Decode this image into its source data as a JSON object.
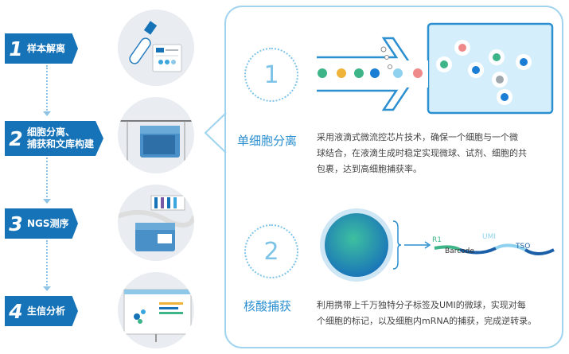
{
  "steps": [
    {
      "num": "1",
      "label": "样本解离"
    },
    {
      "num": "2",
      "label_line1": "细胞分离、",
      "label_line2": "捕获和文库构建"
    },
    {
      "num": "3",
      "label": "NGS测序"
    },
    {
      "num": "4",
      "label": "生信分析"
    }
  ],
  "panel": {
    "section1": {
      "num": "1",
      "title": "单细胞分离",
      "desc_lines": [
        "采用液滴式微流控芯片技术，确保一个细胞与一个微",
        "球结合，在液滴生成时稳定实现微球、试剂、细胞的共",
        "包裹，达到高细胞捕获率。"
      ]
    },
    "section2": {
      "num": "2",
      "title": "核酸捕获",
      "desc_lines": [
        "利用携带上千万独特分子标签及UMI的微球，实现对每",
        "个细胞的标记，以及细胞内mRNA的捕获，完成逆转录。"
      ]
    },
    "barcode_labels": {
      "r1": "R1",
      "barcode": "Barcode",
      "umi": "UMI",
      "tso": "TSO"
    }
  },
  "colors": {
    "step_blue": "#1673b8",
    "accent_blue": "#2b8fd0",
    "panel_border": "#9fd3ee",
    "droplet_green": "#3eb489",
    "droplet_orange": "#f0b33a",
    "droplet_blue": "#1a7fd4",
    "droplet_pink": "#ef8a8a",
    "droplet_gray": "#a0a7ad"
  }
}
